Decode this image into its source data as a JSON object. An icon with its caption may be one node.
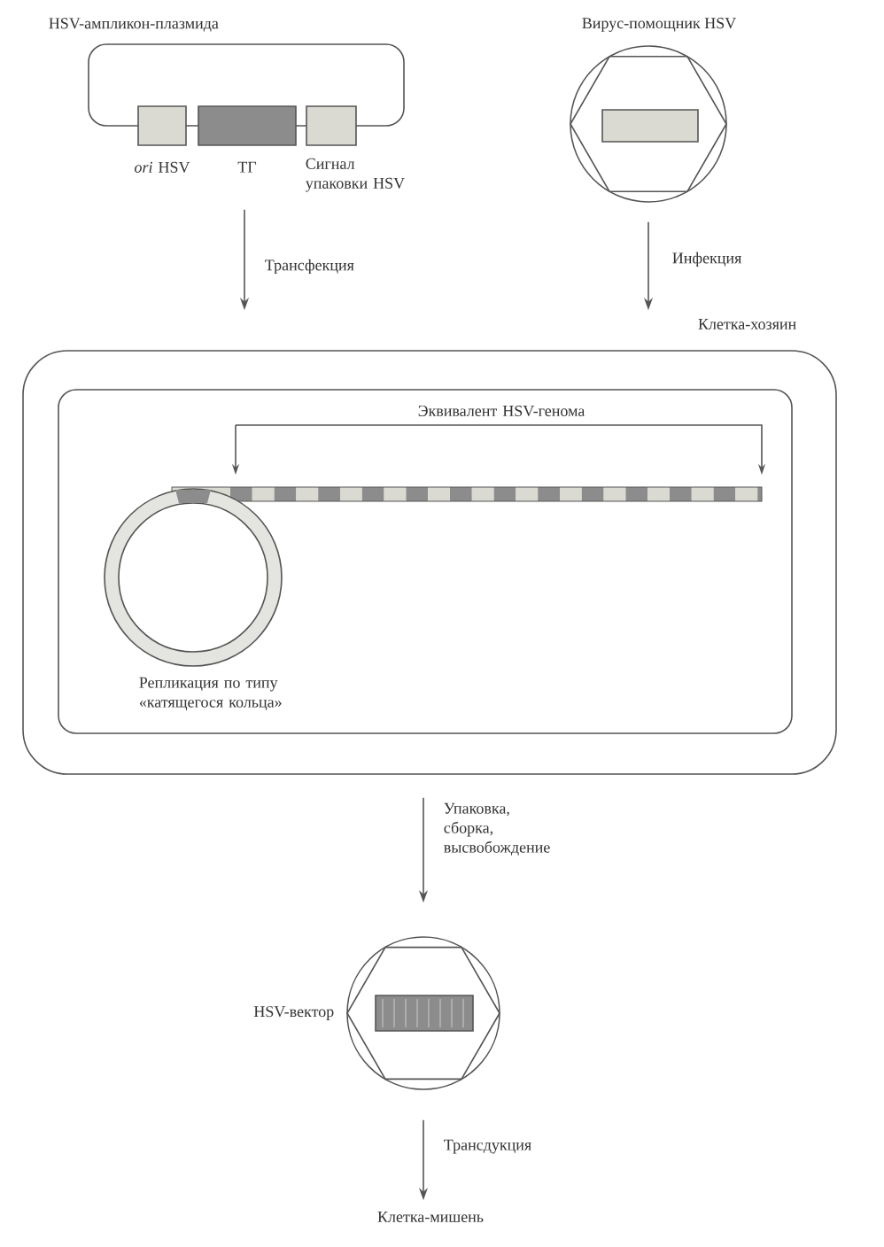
{
  "diagram": {
    "nodes": [
      {
        "text": [
          "HSV-ампликон-плазмида"
        ],
        "beside": [
          "*ori* HSV",
          "ТГ",
          "Сигнал упаковки HSV"
        ]
      },
      {
        "text": [
          "Вирус-помощник HSV"
        ]
      },
      {
        "text": [
          "Клетка-хозяин"
        ]
      },
      {
        "text": [],
        "shape": "box",
        "in": 2
      },
      {
        "text": [
          "Репликация по типу «катящегося кольца»"
        ],
        "in": 3
      },
      {
        "text": [],
        "shape": "bar",
        "in": 3
      },
      {
        "text": [
          "HSV-вектор"
        ]
      },
      {
        "text": [
          "Клетка-мишень"
        ]
      }
    ],
    "edges": [
      {
        "from": 0,
        "to": 2,
        "arrow": "to",
        "label": "Трансфекция"
      },
      {
        "from": 1,
        "to": 2,
        "arrow": "to",
        "label": "Инфекция"
      },
      {
        "from": 2,
        "to": 6,
        "arrow": "to",
        "label": "Упаковка, сборка, высвобождение"
      },
      {
        "from": 6,
        "to": 7,
        "arrow": "to",
        "label": "Трансдукция"
      }
    ],
    "labels": [
      "Эквивалент HSV-генома"
    ]
  }
}
